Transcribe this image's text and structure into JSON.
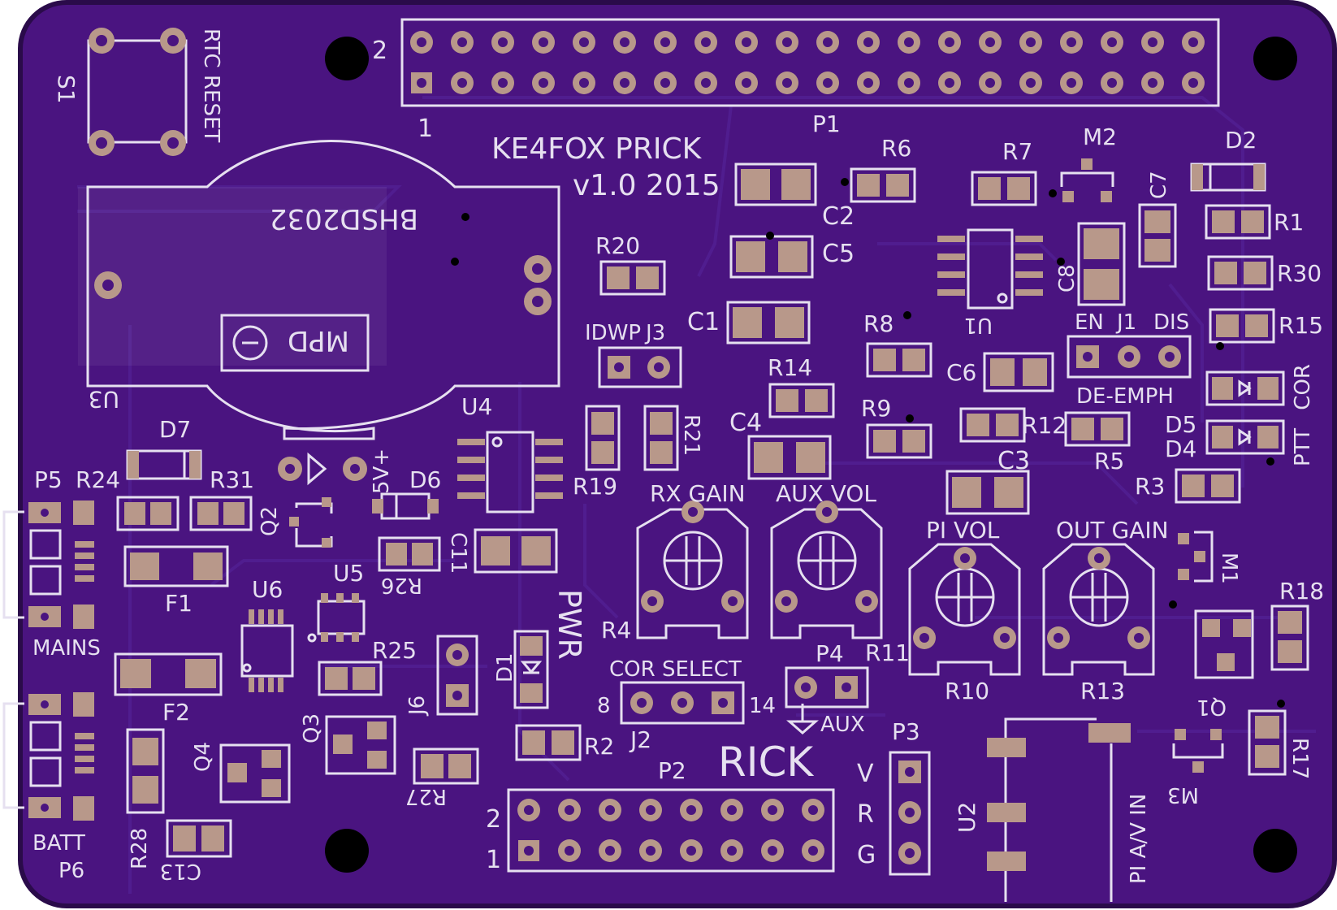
{
  "board": {
    "title": "KE4FOX PRICK",
    "version": "v1.0 2015",
    "rick_label": "RICK",
    "colors": {
      "background": "#ffffff",
      "board": "#4a1480",
      "board_edge": "#2a0b4a",
      "copper_trace": "#56259a",
      "silkscreen": "#e6e0f0",
      "pad": "#b8988a",
      "hole": "#000000"
    }
  },
  "labels": {
    "s1": "S1",
    "rtc_reset": "RTC RESET",
    "bhsd": "BHSD2032",
    "mpd": "MPD",
    "u3": "U3",
    "u4": "U4",
    "plus5v": "5V+",
    "d6": "D6",
    "d7": "D7",
    "p1": "P1",
    "p1_pin1": "1",
    "p1_pin2": "2",
    "r6": "R6",
    "r7": "R7",
    "m2": "M2",
    "d2": "D2",
    "c7": "C7",
    "r1": "R1",
    "r30": "R30",
    "c8": "C8",
    "u1": "U1",
    "c2": "C2",
    "c5": "C5",
    "r20": "R20",
    "c1": "C1",
    "r8": "R8",
    "en": "EN",
    "j1": "J1",
    "dis": "DIS",
    "r15": "R15",
    "idwp": "IDWP",
    "j3": "J3",
    "r14": "R14",
    "c6": "C6",
    "de_emph": "DE-EMPH",
    "ptt": "PTT",
    "cor": "COR",
    "d5": "D5",
    "d4": "D4",
    "r9": "R9",
    "r12": "R12",
    "r5": "R5",
    "c4": "C4",
    "r19": "R19",
    "r21": "R21",
    "c3": "C3",
    "r3": "R3",
    "p5": "P5",
    "r24": "R24",
    "r31": "R31",
    "q2": "Q2",
    "c11": "C11",
    "rx_gain": "RX GAIN",
    "aux_vol": "AUX VOL",
    "pi_vol": "PI VOL",
    "out_gain": "OUT GAIN",
    "m1": "M1",
    "f1": "F1",
    "u6": "U6",
    "u5": "U5",
    "r26": "R26",
    "pwr": "PWR",
    "r4": "R4",
    "r11": "R11",
    "r10": "R10",
    "r13": "R13",
    "r18": "R18",
    "q1": "Q1",
    "mains": "MAINS",
    "r25": "R25",
    "d1": "D1",
    "cor_select": "COR SELECT",
    "p4": "P4",
    "aux": "AUX",
    "j6": "J6",
    "j2": "J2",
    "j2_pin8": "8",
    "j2_pin14": "14",
    "r17": "R17",
    "f2": "F2",
    "q3": "Q3",
    "r2": "R2",
    "p3": "P3",
    "v": "V",
    "r": "R",
    "g": "G",
    "q4": "Q4",
    "p2": "P2",
    "p2_pin2": "2",
    "p2_pin1": "1",
    "r27": "R27",
    "u2": "U2",
    "pi_av_in": "PI A/V IN",
    "m3": "M3",
    "batt": "BATT",
    "p6": "P6",
    "r28": "R28",
    "c13": "C13"
  }
}
